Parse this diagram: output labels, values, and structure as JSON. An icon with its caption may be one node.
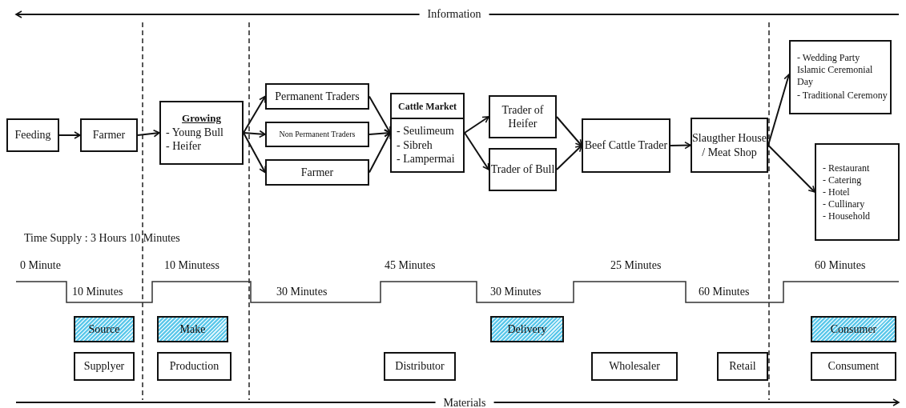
{
  "diagram": {
    "nodes": [
      {
        "text": [
          "Feeding"
        ]
      },
      {
        "text": [
          "Farmer"
        ]
      },
      {
        "text": [
          "Growing",
          "- Young Bull",
          "- Heifer"
        ]
      },
      {
        "text": [
          "Permanent Traders"
        ]
      },
      {
        "text": [
          "Non Permanent Traders"
        ]
      },
      {
        "text": [
          "Farmer"
        ]
      },
      {
        "text": [
          "Cattle Market",
          "- Seulimeum",
          "- Sibreh",
          "- Lampermai"
        ]
      },
      {
        "text": [
          "Trader of Heifer"
        ]
      },
      {
        "text": [
          "Trader of Bull"
        ]
      },
      {
        "text": [
          "Beef Cattle Trader"
        ]
      },
      {
        "text": [
          "Slaugther House / Meat Shop"
        ]
      },
      {
        "text": [
          "- Wedding Party Islamic Ceremonial Day",
          "- Traditional Ceremony"
        ]
      },
      {
        "text": [
          "- Restaurant",
          "- Catering",
          "- Hotel",
          "- Cullinary",
          "- Household"
        ]
      },
      {
        "text": [
          "Source"
        ]
      },
      {
        "text": [
          "Make"
        ]
      },
      {
        "text": [
          "Delivery"
        ]
      },
      {
        "text": [
          "Consumer"
        ]
      },
      {
        "text": [
          "Supplyer"
        ]
      },
      {
        "text": [
          "Production"
        ]
      },
      {
        "text": [
          "Distributor"
        ]
      },
      {
        "text": [
          "Wholesaler"
        ]
      },
      {
        "text": [
          "Retail"
        ]
      },
      {
        "text": [
          "Consument"
        ]
      }
    ],
    "edges": [
      {
        "from": 0,
        "to": 1,
        "arrow": "to"
      },
      {
        "from": 1,
        "to": 2,
        "arrow": "to"
      },
      {
        "from": 2,
        "to": 3,
        "arrow": "to"
      },
      {
        "from": 2,
        "to": 4,
        "arrow": "to"
      },
      {
        "from": 2,
        "to": 5,
        "arrow": "to"
      },
      {
        "from": 3,
        "to": 6,
        "arrow": "to"
      },
      {
        "from": 4,
        "to": 6,
        "arrow": "to"
      },
      {
        "from": 5,
        "to": 6,
        "arrow": "to"
      },
      {
        "from": 6,
        "to": 7,
        "arrow": "to"
      },
      {
        "from": 6,
        "to": 8,
        "arrow": "to"
      },
      {
        "from": 7,
        "to": 9,
        "arrow": "to"
      },
      {
        "from": 8,
        "to": 9,
        "arrow": "to"
      },
      {
        "from": 9,
        "to": 10,
        "arrow": "to"
      },
      {
        "from": 10,
        "to": 11,
        "arrow": "to"
      },
      {
        "from": 10,
        "to": 12,
        "arrow": "to"
      }
    ],
    "labels": [
      "Information",
      "Time Supply : 3 Hours 10 Minutes",
      "0 Minute",
      "10 Minutess",
      "45 Minutes",
      "25 Minutes",
      "60 Minutes",
      "10 Minutes",
      "30 Minutes",
      "30 Minutes",
      "60 Minutes",
      "Materials"
    ]
  }
}
